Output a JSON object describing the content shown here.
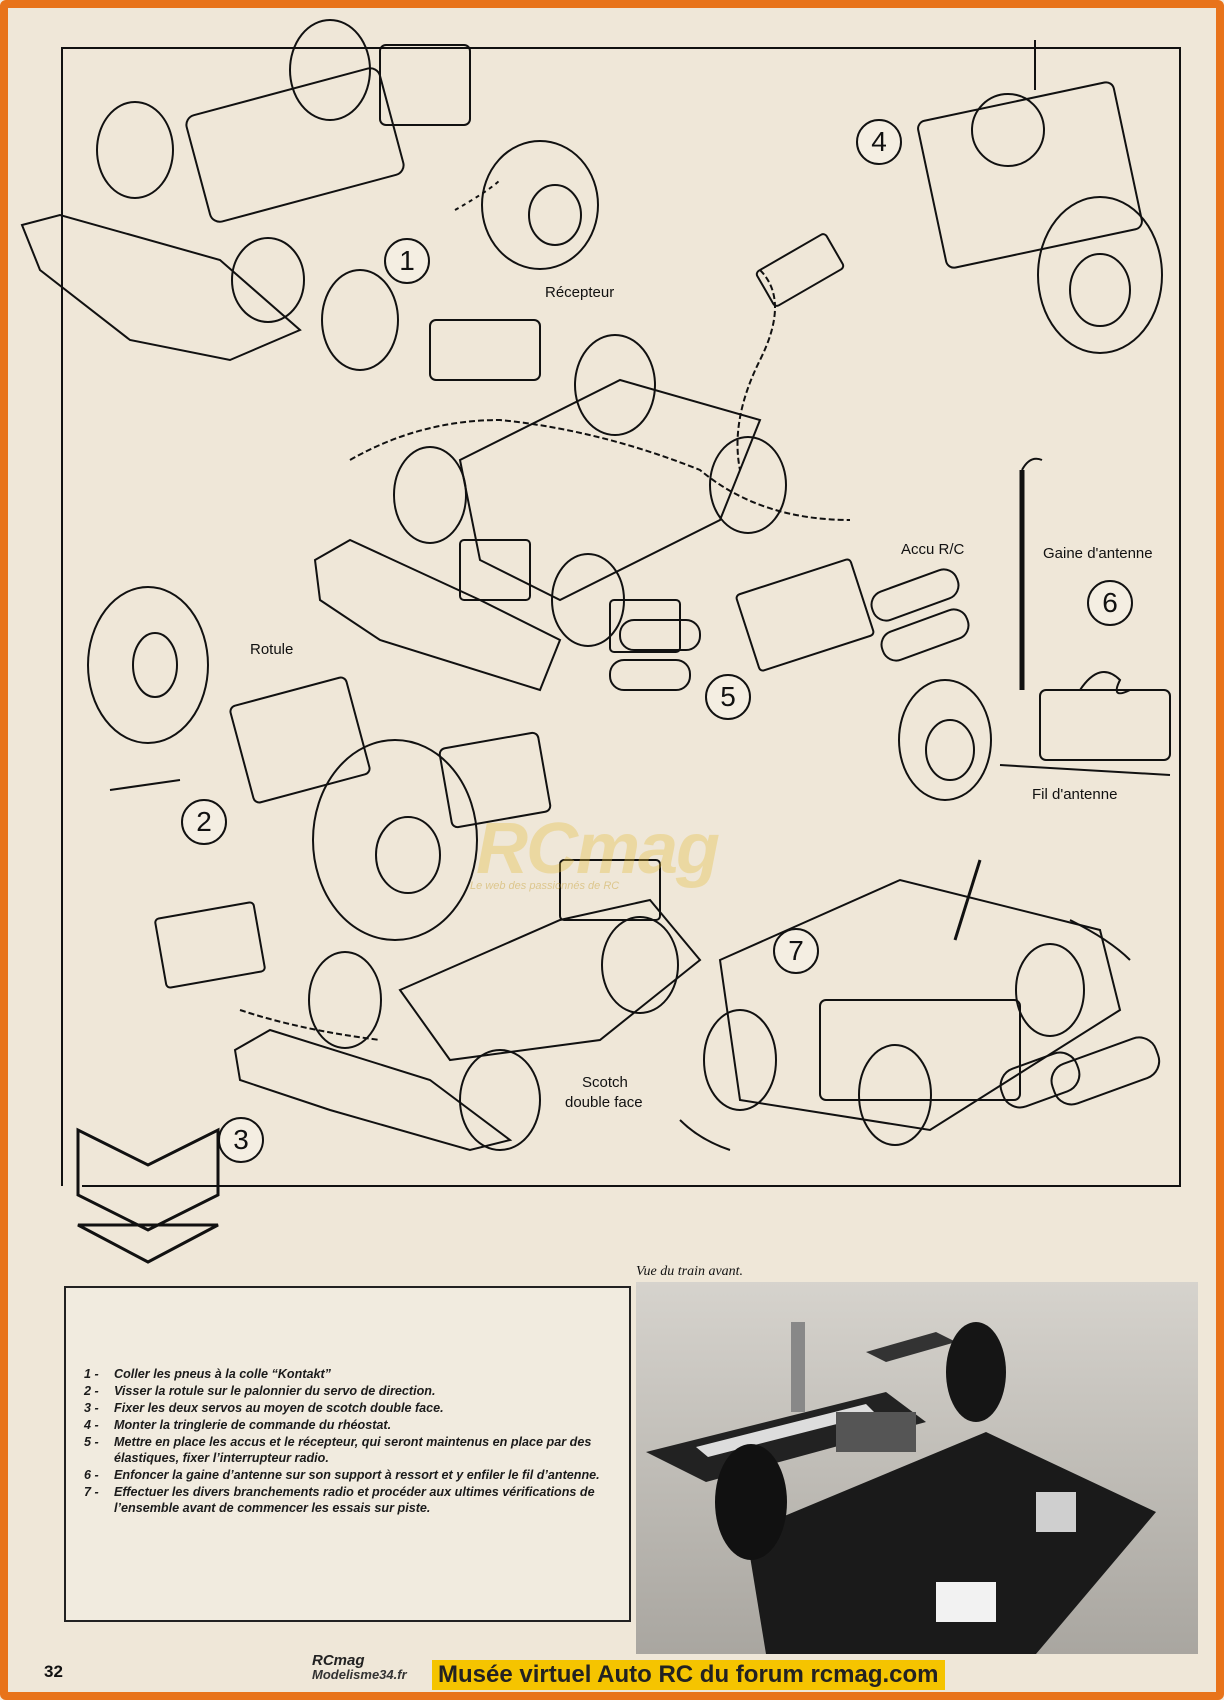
{
  "labels": {
    "recepteur": "Récepteur",
    "accu": "Accu R/C",
    "gaine": "Gaine d'antenne",
    "rotule": "Rotule",
    "fil": "Fil d'antenne",
    "scotch_l1": "Scotch",
    "scotch_l2": "double face"
  },
  "steps": [
    "1",
    "2",
    "3",
    "4",
    "5",
    "6",
    "7"
  ],
  "watermark": {
    "brand": "RCmag",
    "tagline": "Le web des passionnés de RC"
  },
  "instructions": [
    {
      "n": "1 -",
      "text": "Coller les pneus à la colle “Kontakt”"
    },
    {
      "n": "2 -",
      "text": "Visser la rotule sur le palonnier du servo de direction."
    },
    {
      "n": "3 -",
      "text": "Fixer les deux servos au moyen de scotch double face."
    },
    {
      "n": "4 -",
      "text": "Monter la tringlerie de commande du rhéostat."
    },
    {
      "n": "5 -",
      "text": "Mettre en place les accus et le récepteur, qui seront maintenus en place par des élastiques, fixer l’interrupteur radio."
    },
    {
      "n": "6 -",
      "text": "Enfoncer la gaine d’antenne sur son support à ressort et y enfiler le fil d’antenne."
    },
    {
      "n": "7 -",
      "text": "Effectuer les divers branchements radio et procéder aux ultimes vérifications de l’ensemble avant de commencer les essais sur piste."
    }
  ],
  "photo_caption": "Vue du train avant.",
  "page_number": "32",
  "footer": {
    "logo_top": "RCmag",
    "logo_bottom": "Modelisme34.fr",
    "banner": "Musée virtuel Auto RC du forum rcmag.com"
  },
  "colors": {
    "frame": "#e8731a",
    "banner": "#f5c400",
    "ink": "#111111"
  }
}
